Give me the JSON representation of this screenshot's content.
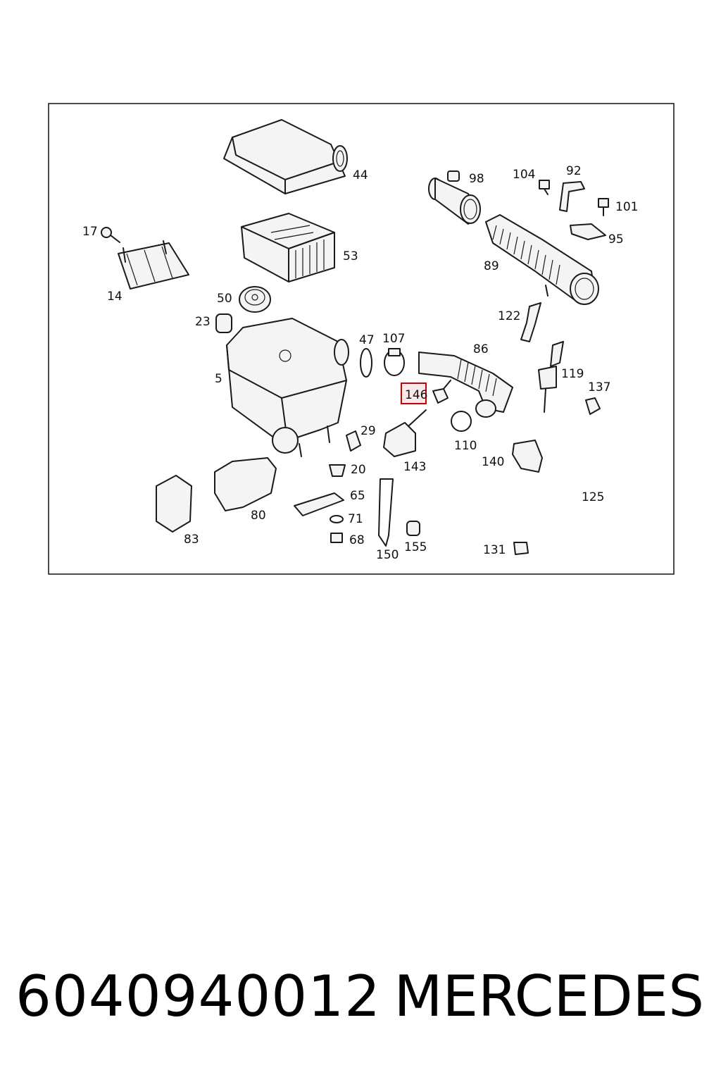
{
  "diagram": {
    "labels": {
      "l44": "44",
      "l98": "98",
      "l104": "104",
      "l92": "92",
      "l101": "101",
      "l17": "17",
      "l53": "53",
      "l95": "95",
      "l89": "89",
      "l14": "14",
      "l50": "50",
      "l122": "122",
      "l23": "23",
      "l47": "47",
      "l107": "107",
      "l86": "86",
      "l5": "5",
      "l119": "119",
      "l146": "146",
      "l137": "137",
      "l29": "29",
      "l110": "110",
      "l143": "143",
      "l140": "140",
      "l20": "20",
      "l65": "65",
      "l125": "125",
      "l80": "80",
      "l71": "71",
      "l83": "83",
      "l68": "68",
      "l155": "155",
      "l131": "131",
      "l150": "150"
    },
    "highlight_color": "#cc0000"
  },
  "footer": {
    "part_number": "6040940012",
    "brand": "MERCEDES"
  }
}
